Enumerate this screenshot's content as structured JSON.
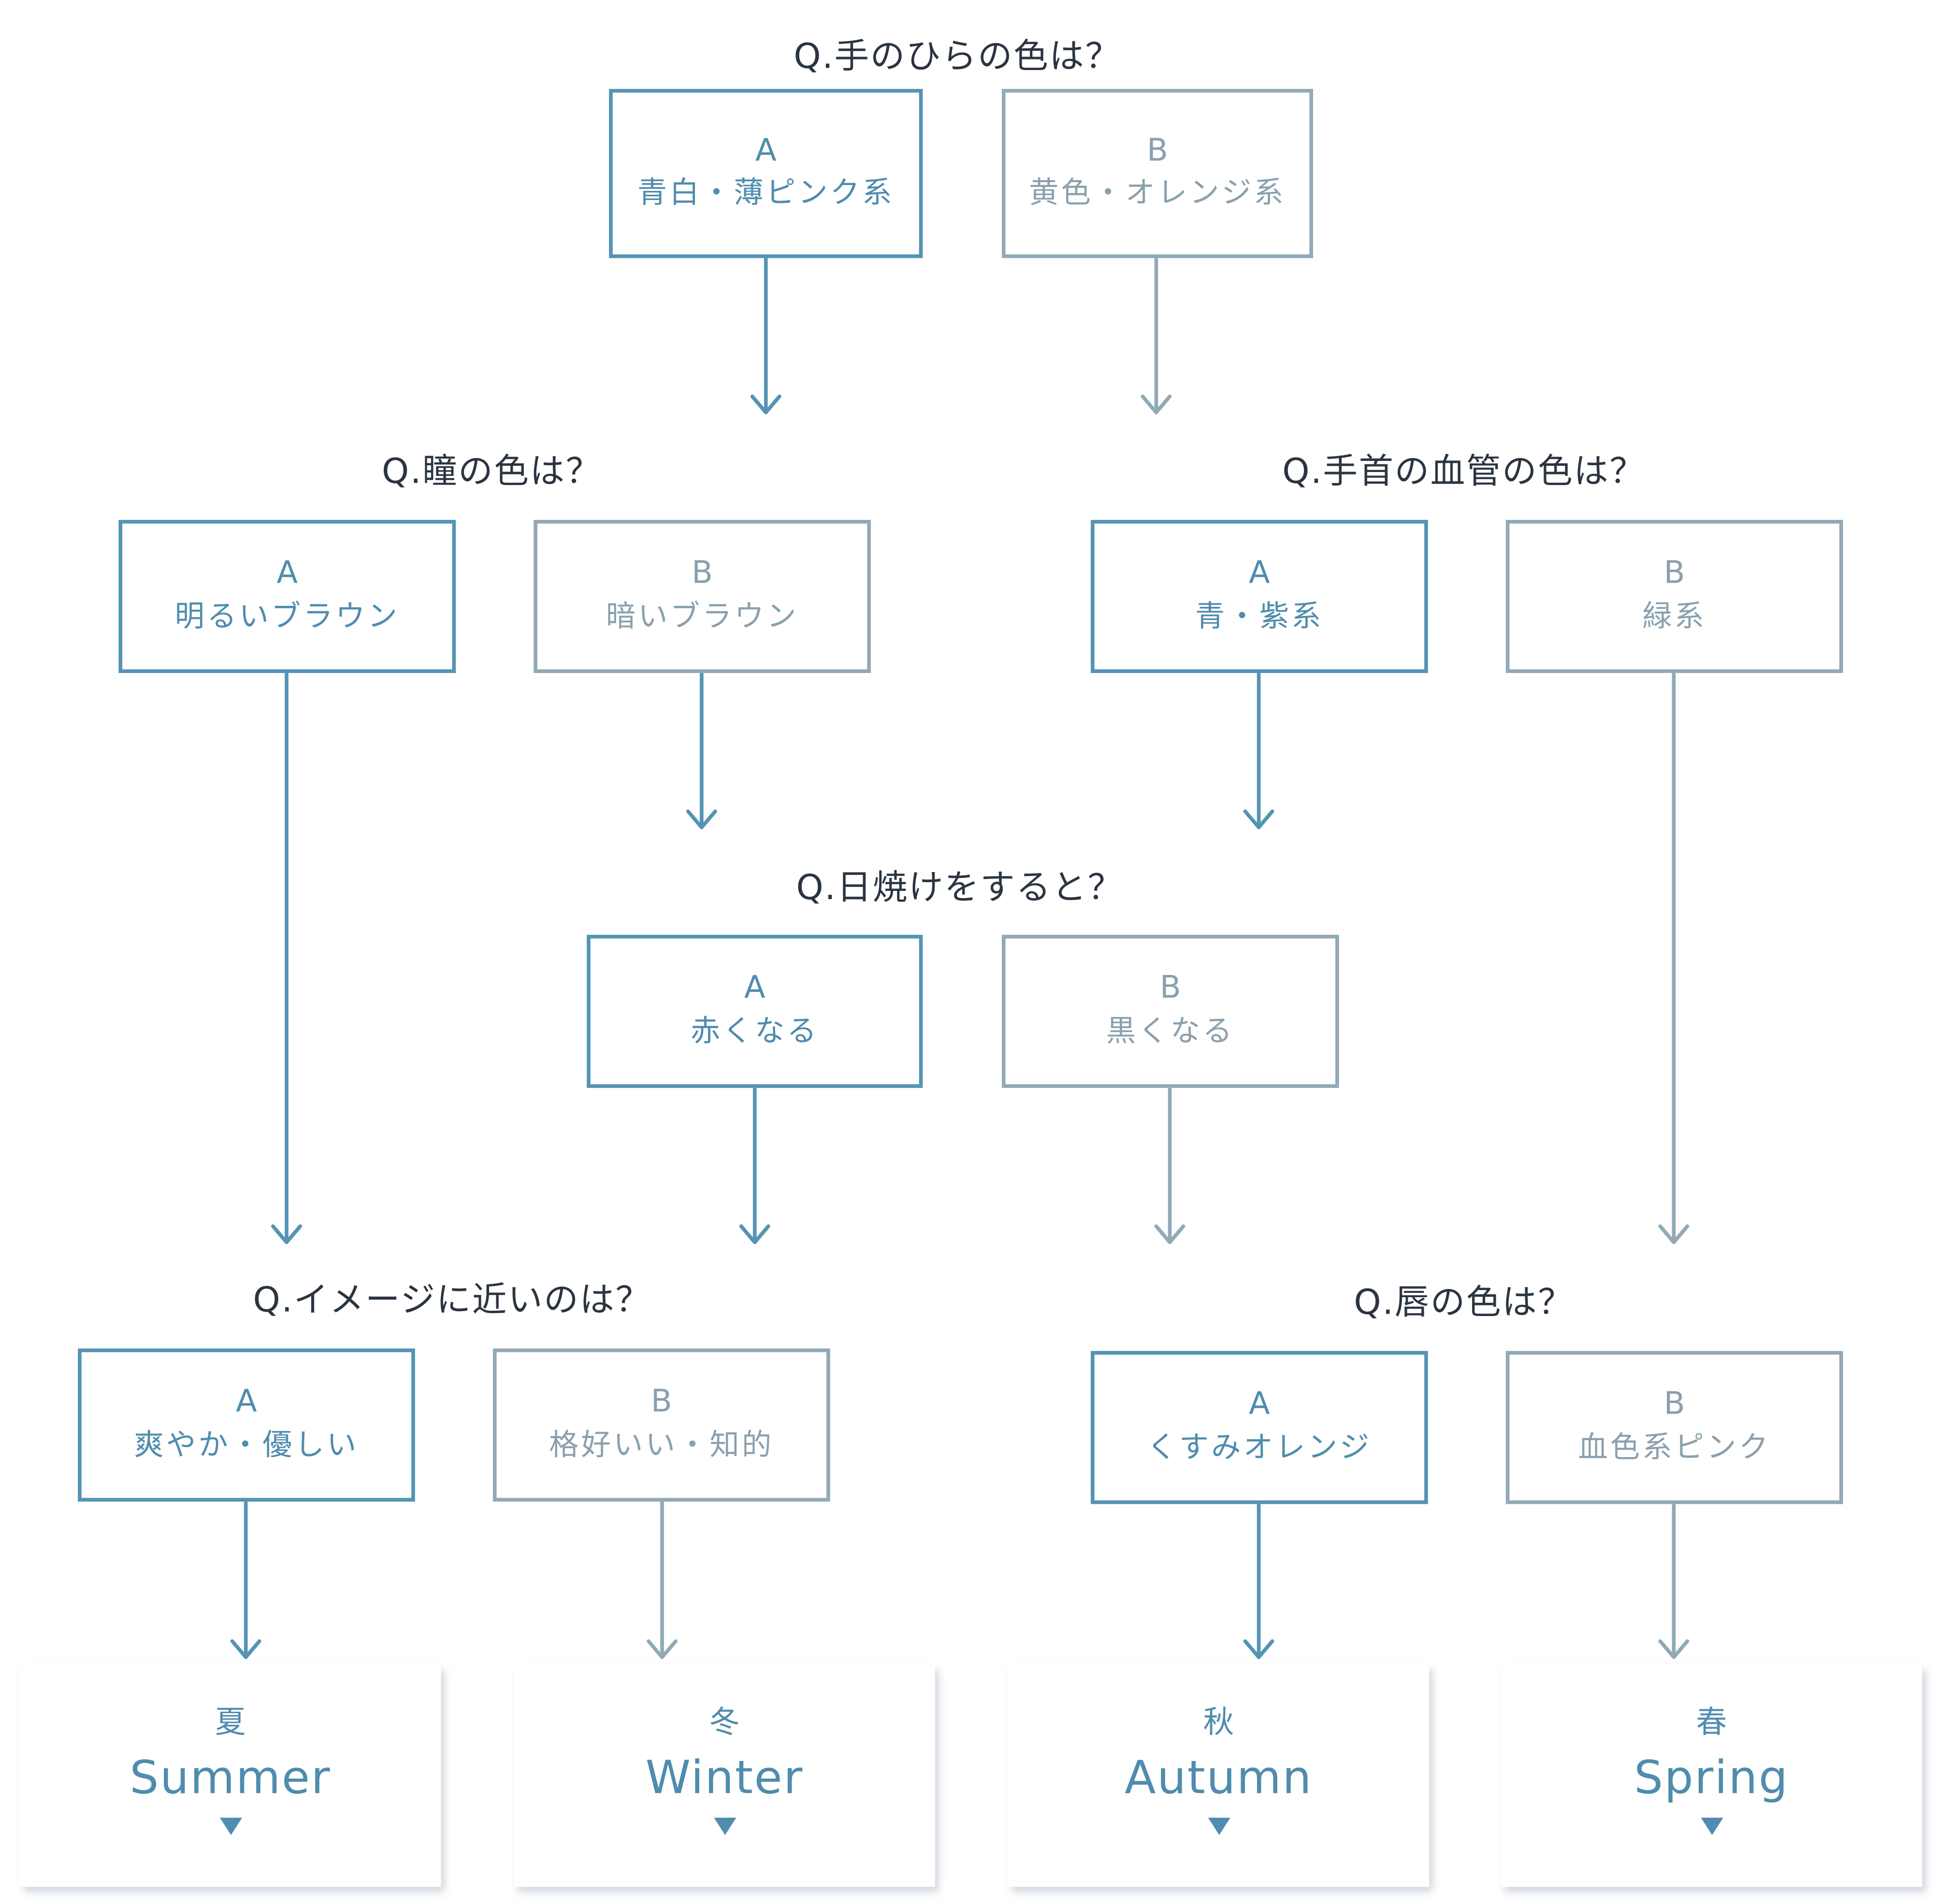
{
  "colors": {
    "option_a": "#5593b4",
    "option_b": "#92a9b6",
    "question_text": "#2b3440",
    "result_text": "#4f8cad"
  },
  "questions": {
    "palm": {
      "label": "Q.手のひらの色は？",
      "a": {
        "letter": "A",
        "text": "青白・薄ピンク系"
      },
      "b": {
        "letter": "B",
        "text": "黄色・オレンジ系"
      }
    },
    "eyes": {
      "label": "Q.瞳の色は？",
      "a": {
        "letter": "A",
        "text": "明るいブラウン"
      },
      "b": {
        "letter": "B",
        "text": "暗いブラウン"
      }
    },
    "wrist": {
      "label": "Q.手首の血管の色は？",
      "a": {
        "letter": "A",
        "text": "青・紫系"
      },
      "b": {
        "letter": "B",
        "text": "緑系"
      }
    },
    "tan": {
      "label": "Q.日焼けをすると？",
      "a": {
        "letter": "A",
        "text": "赤くなる"
      },
      "b": {
        "letter": "B",
        "text": "黒くなる"
      }
    },
    "image": {
      "label": "Q.イメージに近いのは？",
      "a": {
        "letter": "A",
        "text": "爽やか・優しい"
      },
      "b": {
        "letter": "B",
        "text": "格好いい・知的"
      }
    },
    "lips": {
      "label": "Q.唇の色は？",
      "a": {
        "letter": "A",
        "text": "くすみオレンジ"
      },
      "b": {
        "letter": "B",
        "text": "血色系ピンク"
      }
    }
  },
  "results": {
    "summer": {
      "kanji": "夏",
      "english": "Summer"
    },
    "winter": {
      "kanji": "冬",
      "english": "Winter"
    },
    "autumn": {
      "kanji": "秋",
      "english": "Autumn"
    },
    "spring": {
      "kanji": "春",
      "english": "Spring"
    }
  },
  "icons": {
    "connector_arrow": "arrow-down-icon",
    "result_marker": "triangle-down-icon"
  }
}
